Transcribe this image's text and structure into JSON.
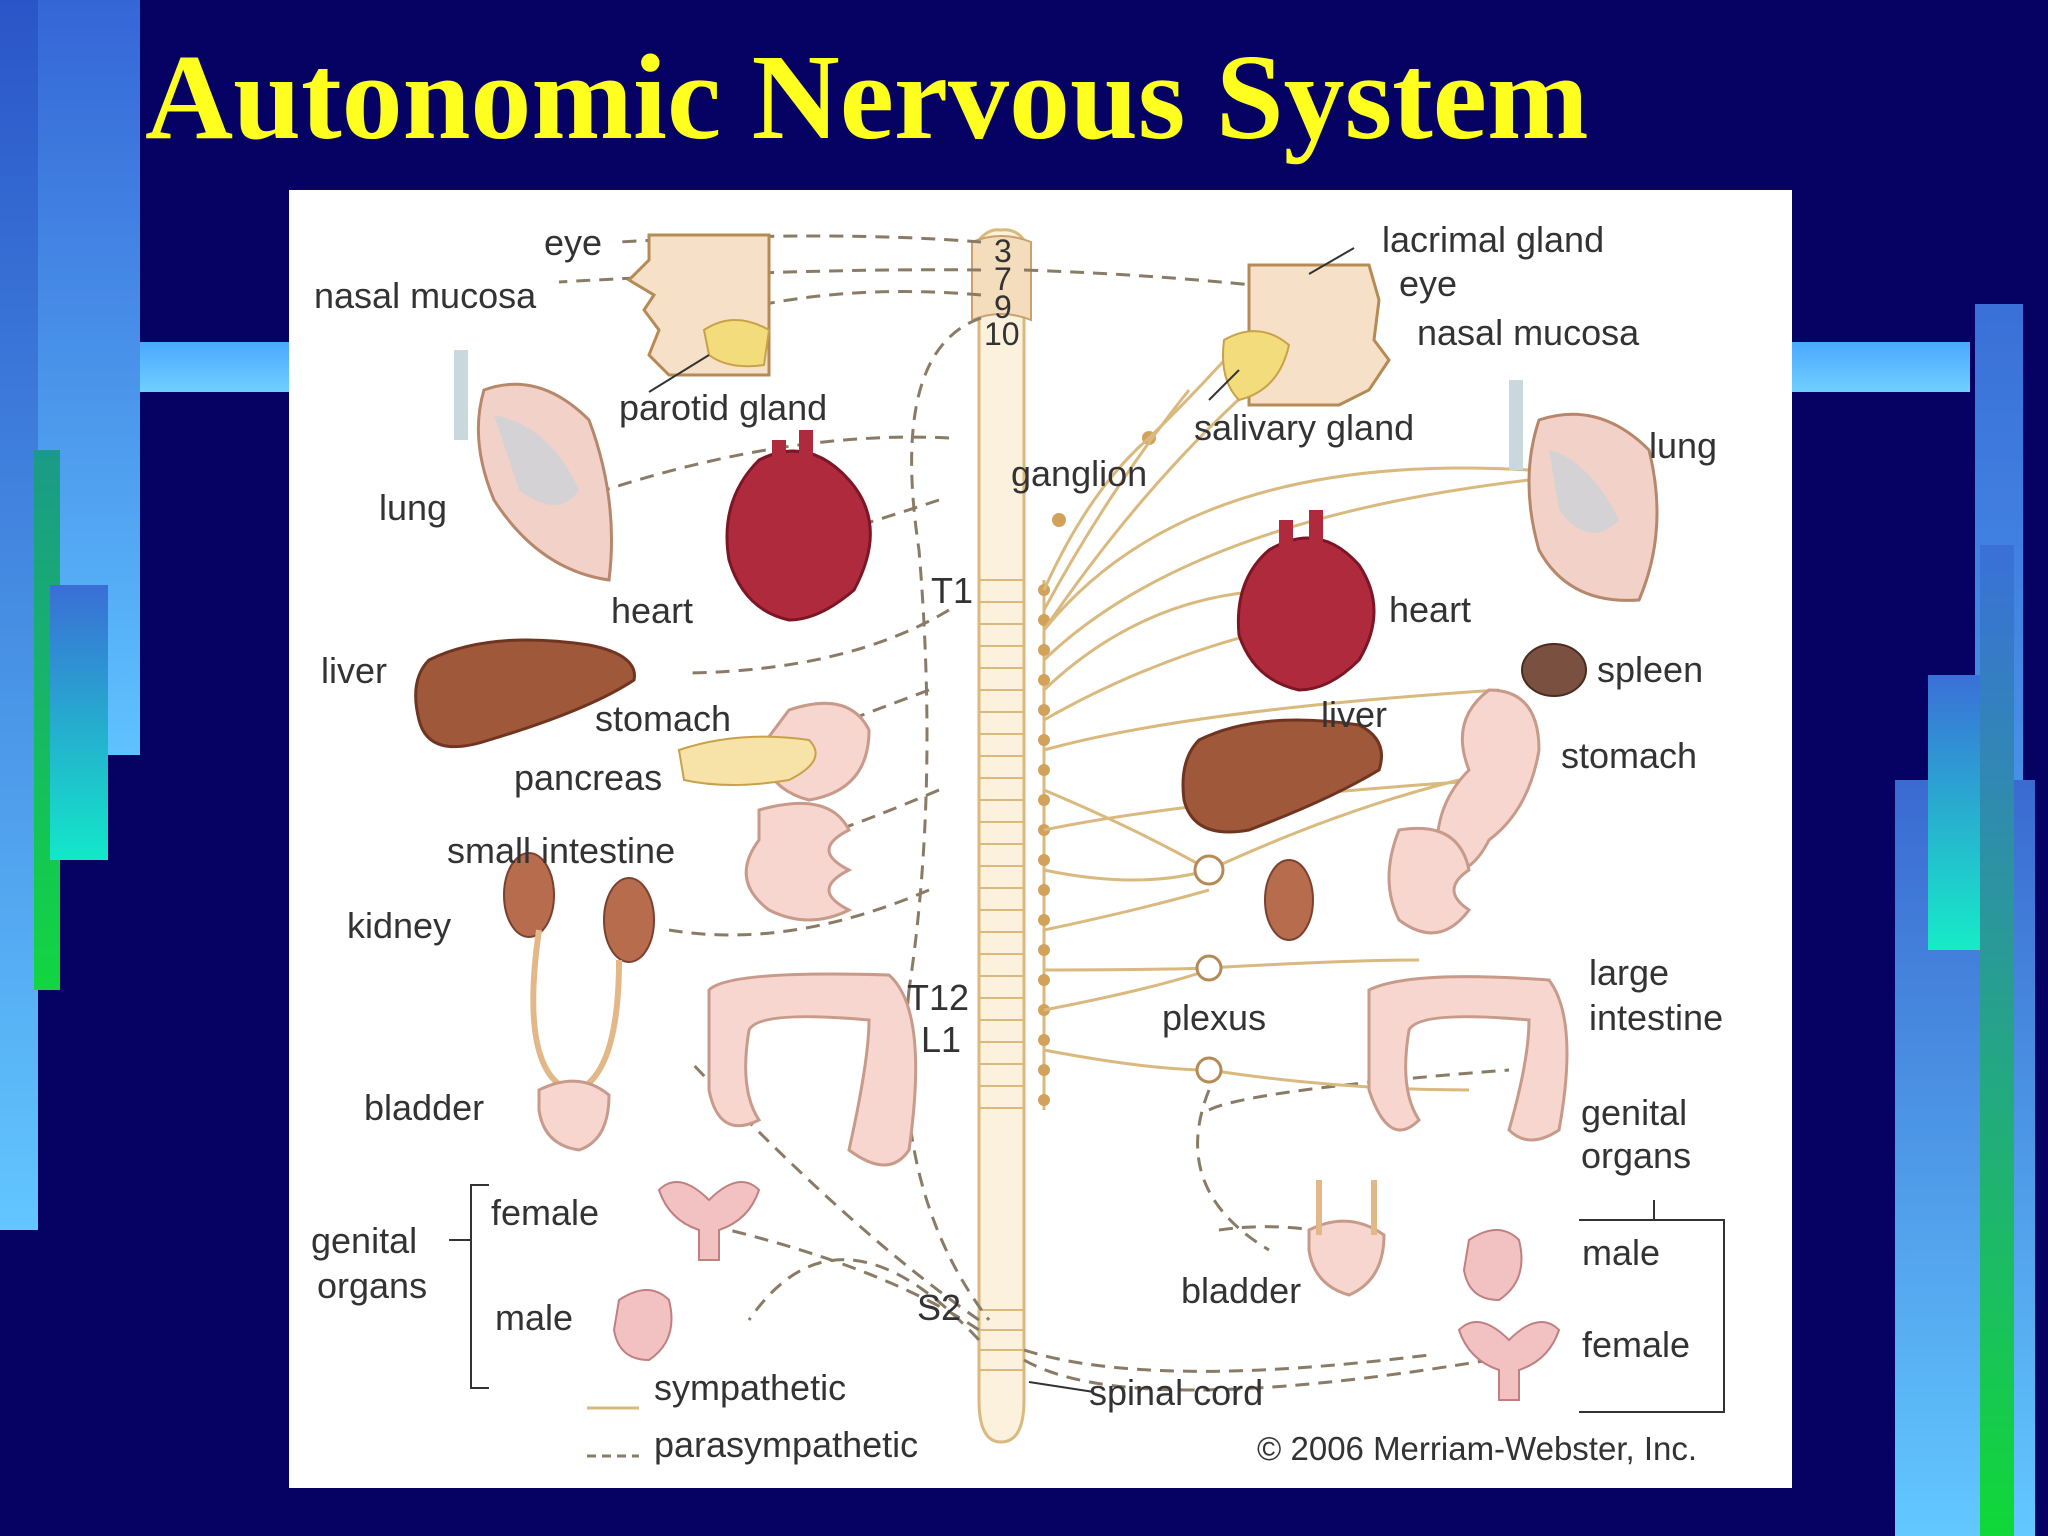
{
  "slide": {
    "title": "Autonomic Nervous System"
  },
  "colors": {
    "background": "#050263",
    "title": "#ffff1f",
    "panel": "#ffffff",
    "sympathetic": "#d9b97e",
    "parasympathetic": "#8a7b66",
    "heart": "#b02a3e",
    "liver": "#a0583a",
    "lung": "#f2d2c8",
    "kidney": "#b86c4e",
    "intestine": "#f6d6cf"
  },
  "diagram": {
    "left_labels": {
      "eye": "eye",
      "nasal_mucosa": "nasal mucosa",
      "parotid_gland": "parotid gland",
      "lung": "lung",
      "heart": "heart",
      "liver": "liver",
      "stomach": "stomach",
      "pancreas": "pancreas",
      "small_intestine": "small intestine",
      "kidney": "kidney",
      "bladder": "bladder",
      "genital_line1": "genital",
      "genital_line2": "organs",
      "female": "female",
      "male": "male"
    },
    "right_labels": {
      "lacrimal_gland": "lacrimal gland",
      "eye": "eye",
      "nasal_mucosa": "nasal mucosa",
      "salivary_gland": "salivary gland",
      "lung": "lung",
      "ganglion": "ganglion",
      "heart": "heart",
      "spleen": "spleen",
      "liver": "liver",
      "stomach": "stomach",
      "large_intestine_line1": "large",
      "large_intestine_line2": "intestine",
      "plexus": "plexus",
      "genital_line1": "genital",
      "genital_line2": "organs",
      "male": "male",
      "female": "female",
      "bladder": "bladder"
    },
    "spine_labels": {
      "n3": "3",
      "n7": "7",
      "n9": "9",
      "n10": "10",
      "t1": "T1",
      "t12": "T12",
      "l1": "L1",
      "s2": "S2",
      "spinal_cord": "spinal cord"
    },
    "legend": {
      "sympathetic": "sympathetic",
      "parasympathetic": "parasympathetic"
    },
    "copyright": "© 2006 Merriam-Webster, Inc."
  }
}
